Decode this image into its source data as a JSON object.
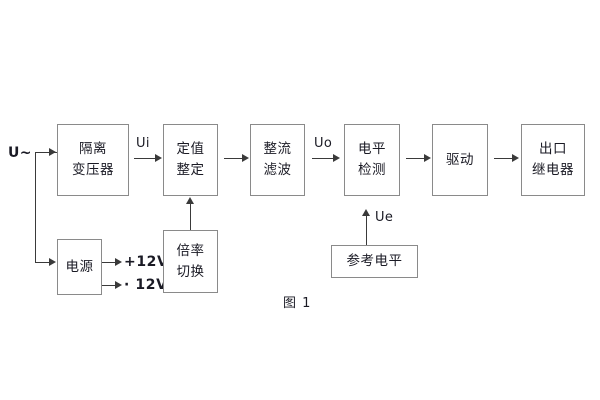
{
  "figure": {
    "caption": "图 1",
    "input_label": "U~",
    "colors": {
      "box_border": "#8a8a8a",
      "line": "#3a3a3a",
      "text": "#1a1a24",
      "background": "#ffffff"
    }
  },
  "blocks": [
    {
      "id": "isolation-transformer",
      "line1": "隔离",
      "line2": "变压器"
    },
    {
      "id": "setting-value",
      "line1": "定值",
      "line2": "整定"
    },
    {
      "id": "rectify-filter",
      "line1": "整流",
      "line2": "滤波"
    },
    {
      "id": "level-detect",
      "line1": "电平",
      "line2": "检测"
    },
    {
      "id": "drive",
      "line1": "驱动",
      "line2": ""
    },
    {
      "id": "output-relay",
      "line1": "出口",
      "line2": "继电器"
    },
    {
      "id": "power-supply",
      "line1": "电源",
      "line2": ""
    },
    {
      "id": "ratio-switch",
      "line1": "倍率",
      "line2": "切换"
    },
    {
      "id": "reference-level",
      "line1": "参考电平",
      "line2": ""
    }
  ],
  "signals": {
    "ui": "Ui",
    "uo": "Uo",
    "ue": "Ue",
    "rail_positive": "+12V",
    "rail_negative": "· 12V"
  }
}
